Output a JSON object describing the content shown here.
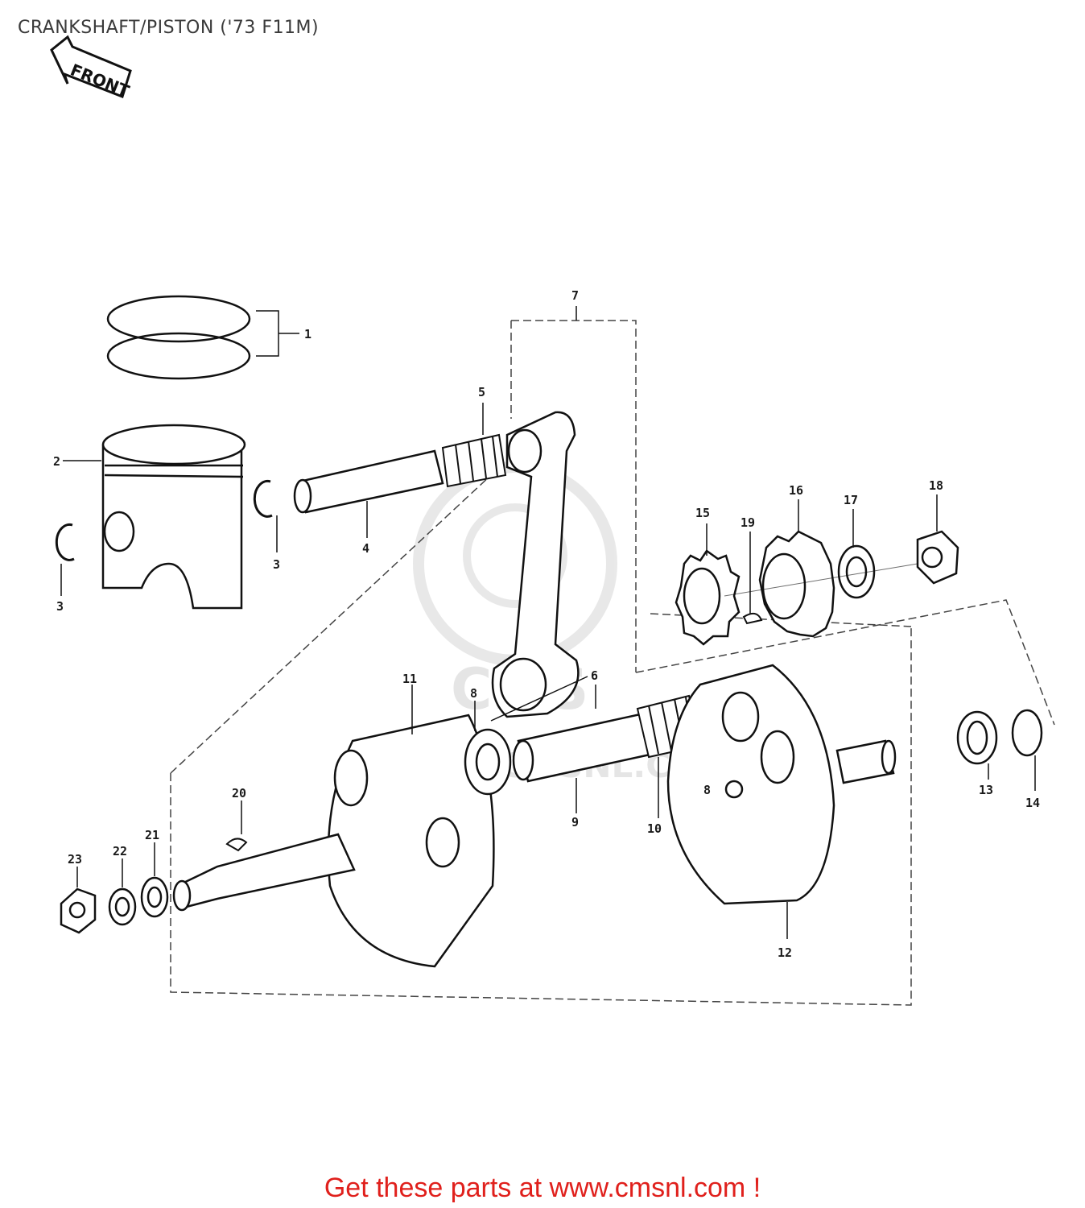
{
  "page": {
    "title": "CRANKSHAFT/PISTON ('73 F11M)",
    "footer_text": "Get these parts at www.cmsnl.com !",
    "accent_color": "#e0201c"
  },
  "front_marker": {
    "text": "FRONT",
    "icon": "front-arrow-icon"
  },
  "watermark": {
    "logo_text": "CMS",
    "url_text": "WWW.CMSNL.COM"
  },
  "callouts": [
    {
      "id": "1",
      "label": "1"
    },
    {
      "id": "2",
      "label": "2"
    },
    {
      "id": "3a",
      "label": "3"
    },
    {
      "id": "3b",
      "label": "3"
    },
    {
      "id": "4",
      "label": "4"
    },
    {
      "id": "5",
      "label": "5"
    },
    {
      "id": "6",
      "label": "6"
    },
    {
      "id": "7",
      "label": "7"
    },
    {
      "id": "8a",
      "label": "8"
    },
    {
      "id": "8b",
      "label": "8"
    },
    {
      "id": "9",
      "label": "9"
    },
    {
      "id": "10",
      "label": "10"
    },
    {
      "id": "11",
      "label": "11"
    },
    {
      "id": "12",
      "label": "12"
    },
    {
      "id": "13",
      "label": "13"
    },
    {
      "id": "14",
      "label": "14"
    },
    {
      "id": "15",
      "label": "15"
    },
    {
      "id": "16",
      "label": "16"
    },
    {
      "id": "17",
      "label": "17"
    },
    {
      "id": "18",
      "label": "18"
    },
    {
      "id": "19",
      "label": "19"
    },
    {
      "id": "20",
      "label": "20"
    },
    {
      "id": "21",
      "label": "21"
    },
    {
      "id": "22",
      "label": "22"
    },
    {
      "id": "23",
      "label": "23"
    }
  ]
}
